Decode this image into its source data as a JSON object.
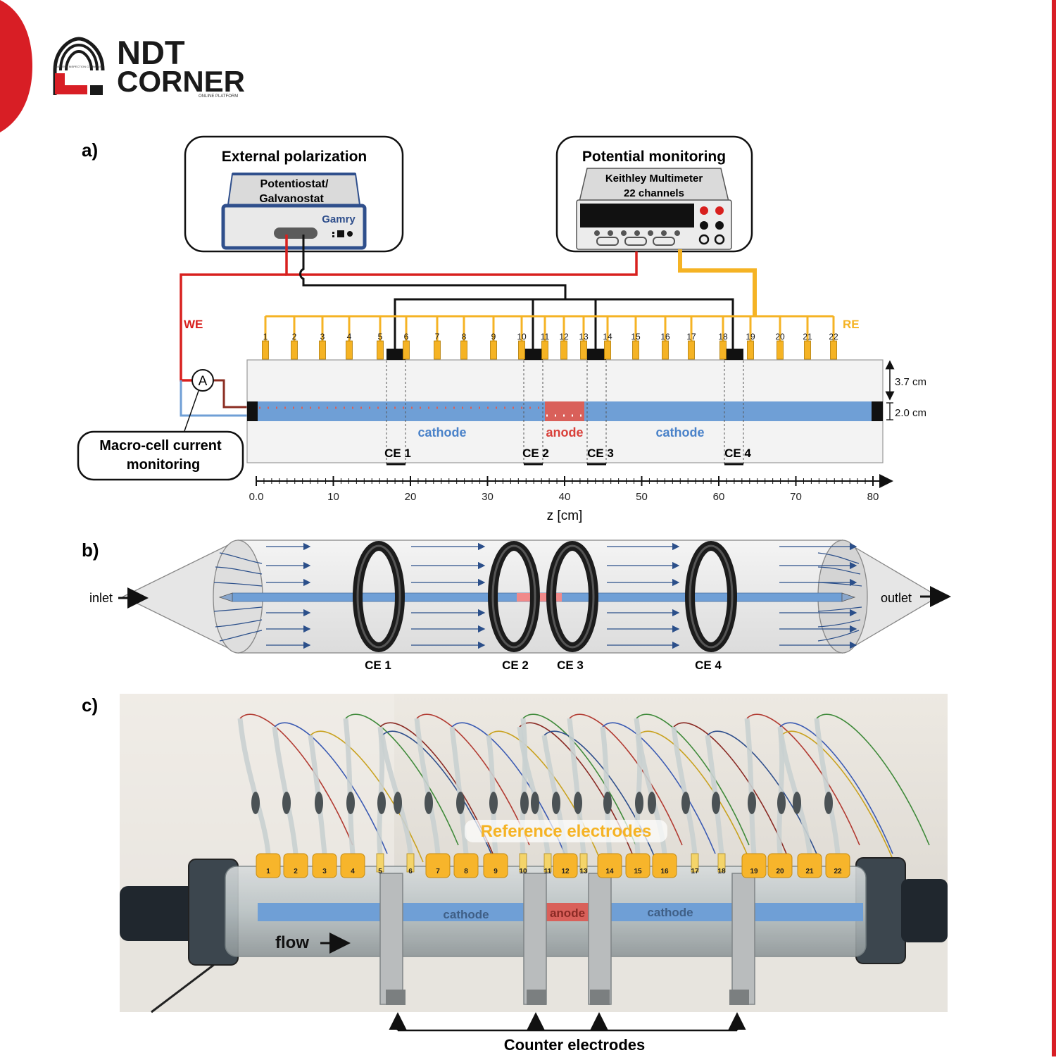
{
  "logo": {
    "line1": "NDT",
    "line2": "CORNER",
    "tagline_left": "LIMITLESS INSPECTION COMMUNITY",
    "tagline_right": "ONLINE PLATFORM"
  },
  "panel_a": {
    "label": "a)",
    "external": {
      "title": "External polarization",
      "device_line1": "Potentiostat/",
      "device_line2": "Galvanostat",
      "brand": "Gamry"
    },
    "monitoring": {
      "title": "Potential monitoring",
      "device_line1": "Keithley Multimeter",
      "device_line2": "22 channels"
    },
    "we_label": "WE",
    "re_label": "RE",
    "ammeter": "A",
    "macro_line1": "Macro-cell current",
    "macro_line2": "monitoring",
    "electrodes": [
      "1",
      "2",
      "3",
      "4",
      "5",
      "6",
      "7",
      "8",
      "9",
      "10",
      "11",
      "12",
      "13",
      "14",
      "15",
      "16",
      "17",
      "18",
      "19",
      "20",
      "21",
      "22"
    ],
    "cathode_left": "cathode",
    "anode": "anode",
    "cathode_right": "cathode",
    "ce": [
      "CE 1",
      "CE 2",
      "CE 3",
      "CE 4"
    ],
    "dim_outer": "3.7 cm",
    "dim_inner": "2.0 cm",
    "axis_ticks": [
      "0.0",
      "10",
      "20",
      "30",
      "40",
      "50",
      "60",
      "70",
      "80"
    ],
    "axis_label": "z [cm]"
  },
  "panel_b": {
    "label": "b)",
    "inlet": "inlet",
    "outlet": "outlet",
    "ce": [
      "CE 1",
      "CE 2",
      "CE 3",
      "CE 4"
    ]
  },
  "panel_c": {
    "label": "c)",
    "reference": "Reference electrodes",
    "cathode_left": "cathode",
    "anode": "anode",
    "cathode_right": "cathode",
    "flow": "flow",
    "counter": "Counter electrodes"
  },
  "colors": {
    "brand_red": "#d81e25",
    "orange": "#f5b324",
    "blue": "#6f9fd6",
    "anode": "#d9605a",
    "black": "#111111"
  }
}
